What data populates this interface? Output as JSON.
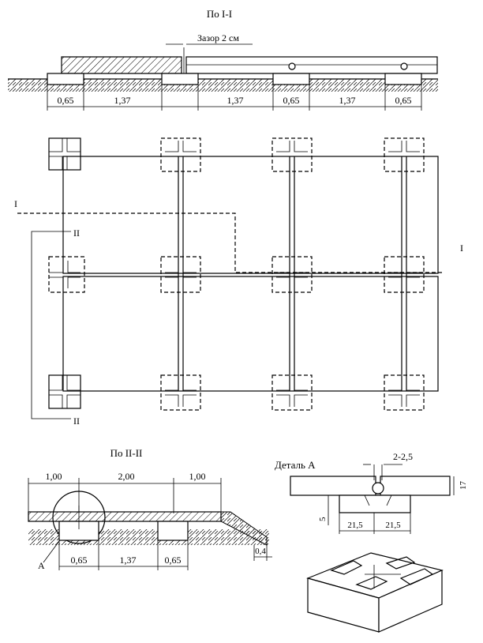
{
  "section_1": {
    "title": "По I-I",
    "gap_label": "Зазор 2 см",
    "dims": [
      "0,65",
      "1,37",
      "1,37",
      "0,65",
      "1,37",
      "0,65"
    ]
  },
  "plan": {
    "mark_I_left": "I",
    "mark_I_right": "I",
    "mark_II_top": "II",
    "mark_II_bottom": "II"
  },
  "section_2": {
    "title": "По II-II",
    "top_dims": [
      "1,00",
      "2,00",
      "1,00"
    ],
    "bottom_dims": [
      "0,65",
      "1,37",
      "0,65"
    ],
    "slope_dim": "0,4",
    "callout": "A"
  },
  "detail_a": {
    "title": "Деталь А",
    "gap": "2-2,5",
    "thickness": "17",
    "height": "5",
    "dim_left": "21,5",
    "dim_right": "21,5"
  }
}
